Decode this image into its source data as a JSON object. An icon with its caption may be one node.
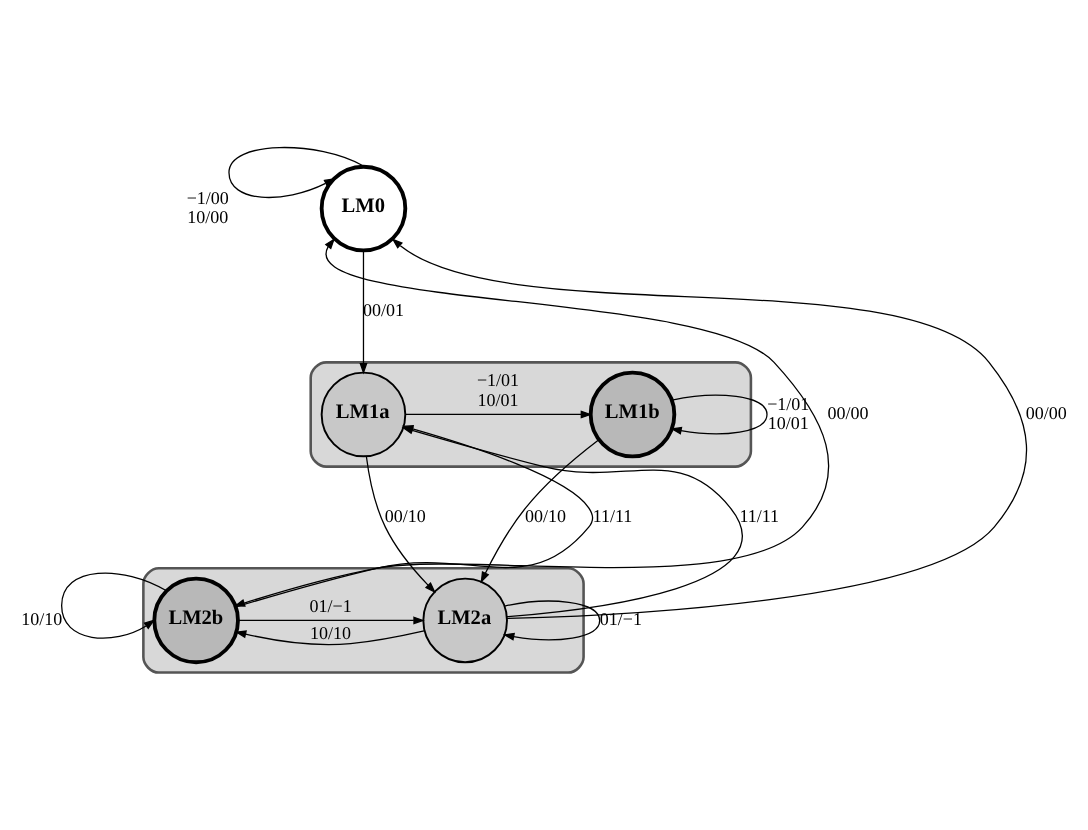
{
  "diagram": {
    "nodes": [
      {
        "text": [
          "LM0"
        ]
      },
      {
        "text": [],
        "shape": "band"
      },
      {
        "text": [
          "LM1a"
        ],
        "in": 1
      },
      {
        "text": [
          "LM1b"
        ],
        "in": 1
      },
      {
        "text": [],
        "shape": "band"
      },
      {
        "text": [
          "LM2b"
        ],
        "in": 4
      },
      {
        "text": [
          "LM2a"
        ],
        "in": 4
      }
    ],
    "edges": [
      {
        "from": 0,
        "to": 0,
        "arrow": "to",
        "label": "−1/00 10/00"
      },
      {
        "from": 0,
        "to": 2,
        "arrow": "to",
        "label": "00/01"
      },
      {
        "from": 2,
        "to": 3,
        "arrow": "to",
        "label": "−1/01 10/01"
      },
      {
        "from": 3,
        "to": 3,
        "arrow": "to",
        "label": "−1/01 10/01"
      },
      {
        "from": 5,
        "to": 0,
        "arrow": "both",
        "label": "00/00"
      },
      {
        "from": 6,
        "to": 0,
        "arrow": "to",
        "label": "00/00"
      },
      {
        "from": 5,
        "to": 2,
        "arrow": "to",
        "label": "11/11"
      },
      {
        "from": 6,
        "to": 2,
        "arrow": "to",
        "label": "11/11"
      },
      {
        "from": 2,
        "to": 6,
        "arrow": "to",
        "label": "00/10"
      },
      {
        "from": 3,
        "to": 6,
        "arrow": "to",
        "label": "00/10"
      },
      {
        "from": 5,
        "to": 5,
        "arrow": "to",
        "label": "10/10"
      },
      {
        "from": 5,
        "to": 6,
        "arrow": "to",
        "label": "01/−1"
      },
      {
        "from": 6,
        "to": 5,
        "arrow": "to",
        "label": "10/10"
      },
      {
        "from": 6,
        "to": 6,
        "arrow": "to",
        "label": "01/−1"
      }
    ]
  }
}
